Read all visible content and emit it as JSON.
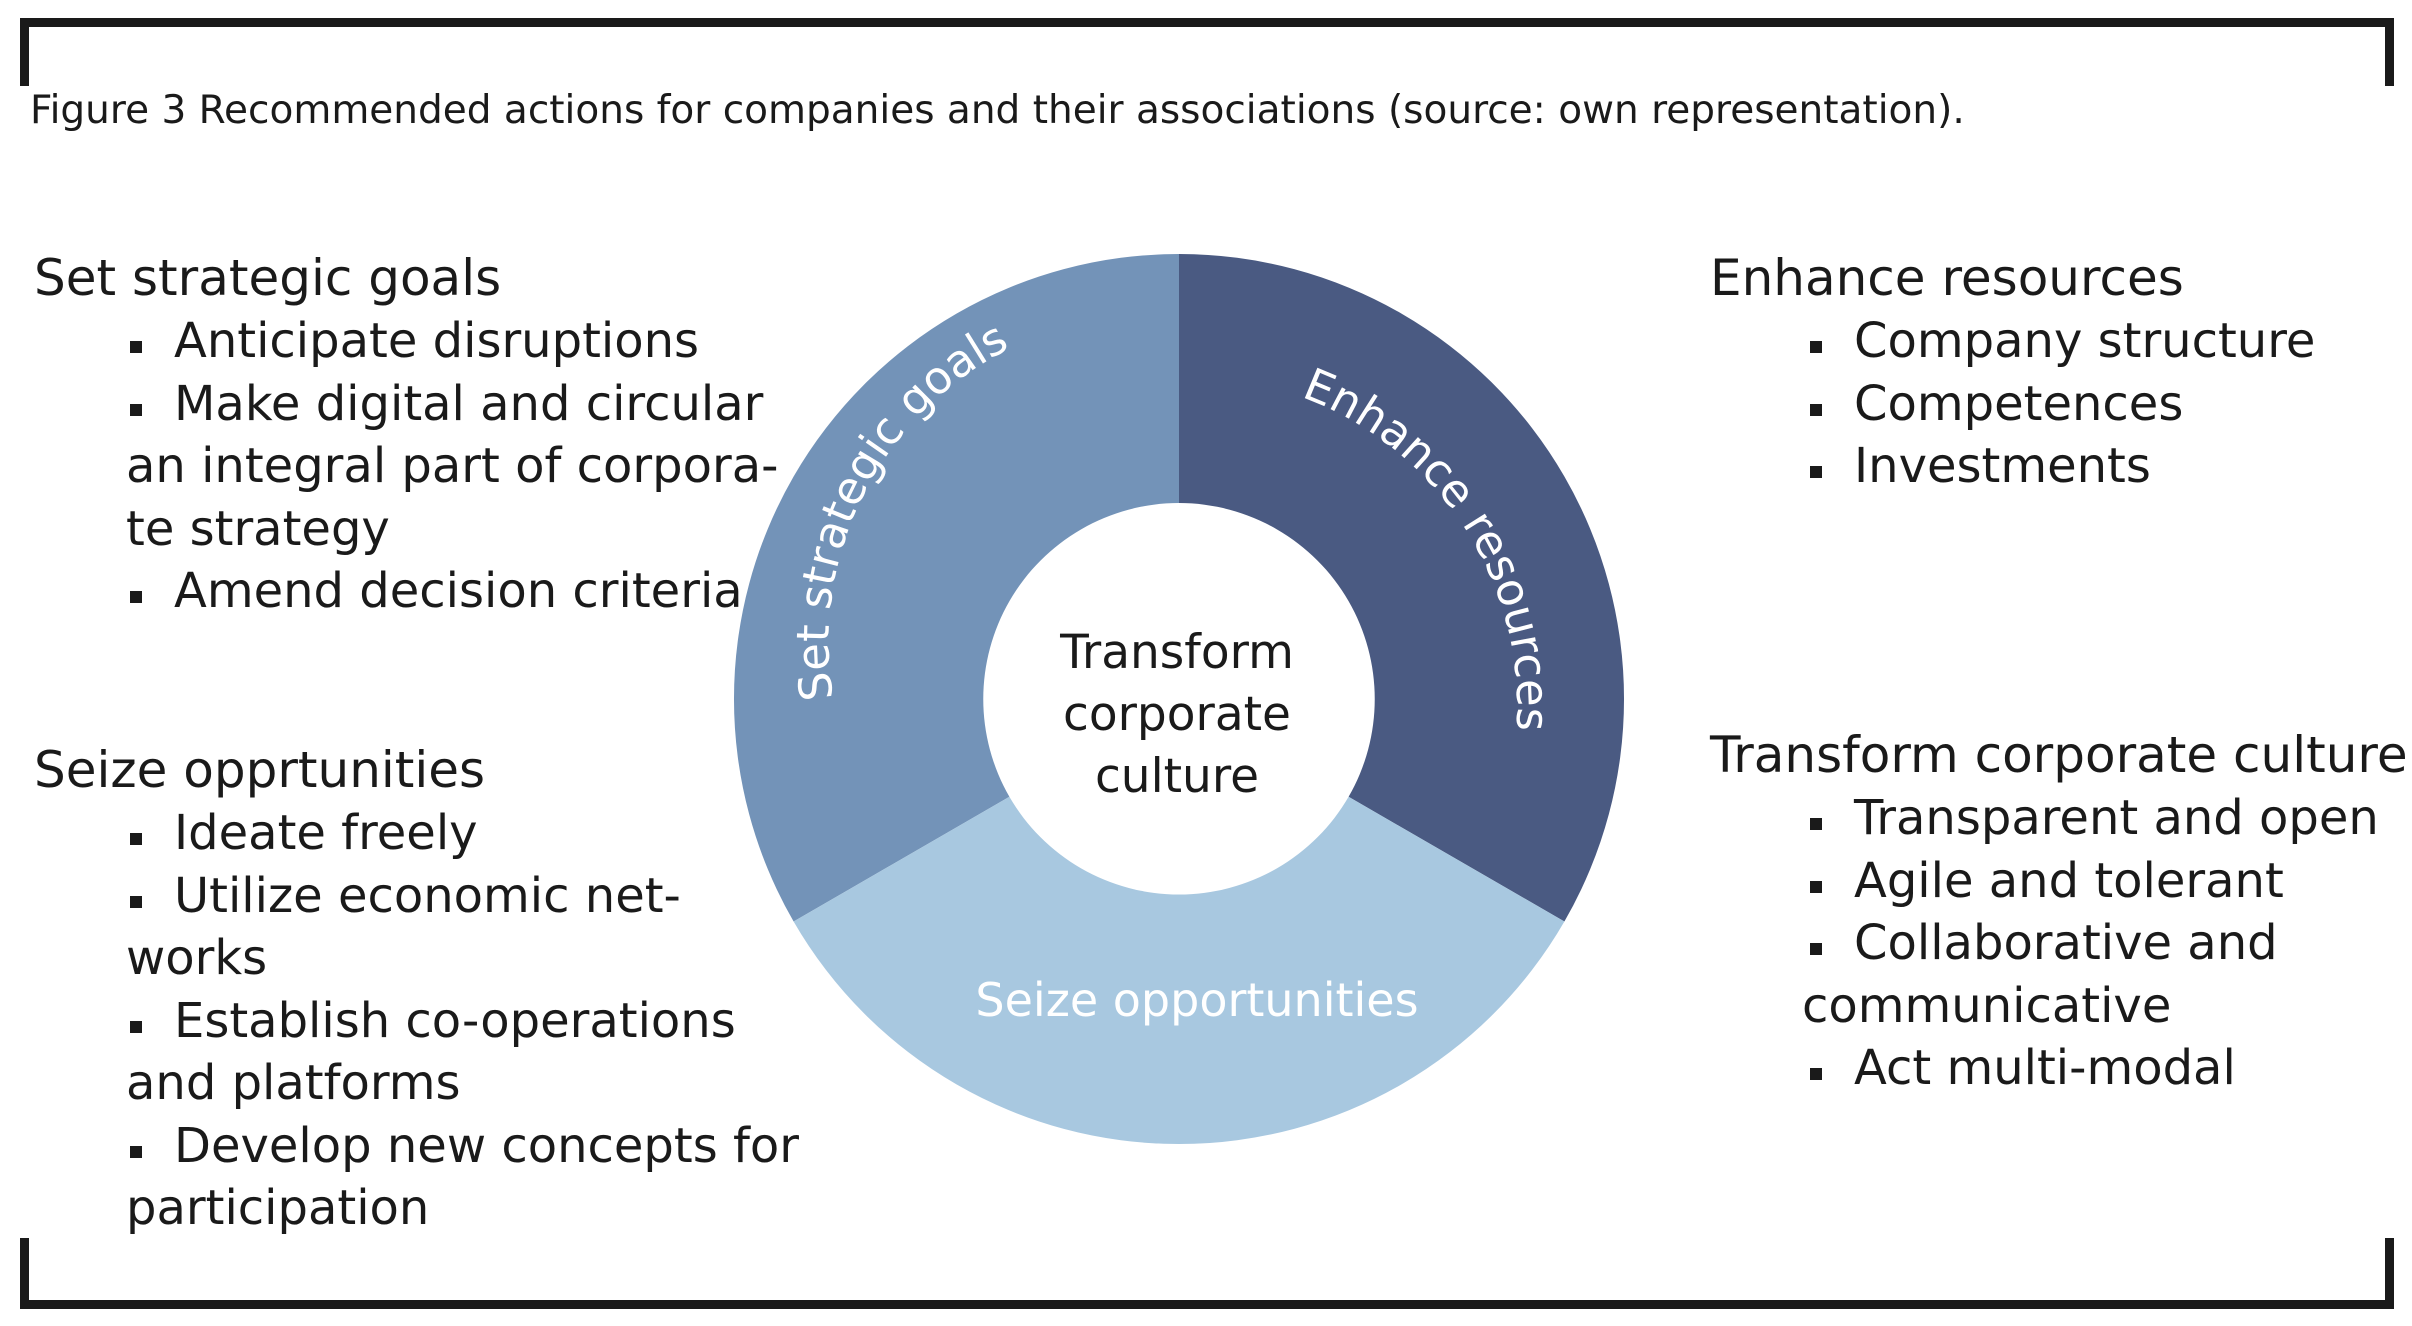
{
  "caption": "Figure 3 Recommended actions for companies and their associations (source: own representation).",
  "colors": {
    "segment_goals": "#7393b8",
    "segment_resources": "#4a5a82",
    "segment_opportunities": "#a8c8e0",
    "segment_text": "#ffffff",
    "frame": "#1a1a1a"
  },
  "diagram": {
    "center_line1": "Transform",
    "center_line2": "corporate",
    "center_line3": "culture",
    "segment_goals_label": "Set strategic goals",
    "segment_resources_label": "Enhance resources",
    "segment_opportunities_label": "Seize opportunities"
  },
  "goals": {
    "heading": "Set strategic goals",
    "item1": "Anticipate disruptions",
    "item2_line1": "Make digital and circular",
    "item2_line2": "an integral part of corpora-",
    "item2_line3": "te strategy",
    "item3": "Amend decision criteria"
  },
  "opportunities": {
    "heading": "Seize opprtunities",
    "item1": "Ideate freely",
    "item2_line1": "Utilize economic net-",
    "item2_line2": "works",
    "item3_line1": "Establish co-operations",
    "item3_line2": "and platforms",
    "item4_line1": "Develop new concepts for",
    "item4_line2": "participation"
  },
  "resources": {
    "heading": "Enhance resources",
    "item1": "Company structure",
    "item2": "Competences",
    "item3": "Investments"
  },
  "culture": {
    "heading": "Transform corporate culture",
    "item1": "Transparent and open",
    "item2": "Agile and tolerant",
    "item3_line1": "Collaborative and",
    "item3_line2": "communicative",
    "item4": "Act multi-modal"
  }
}
